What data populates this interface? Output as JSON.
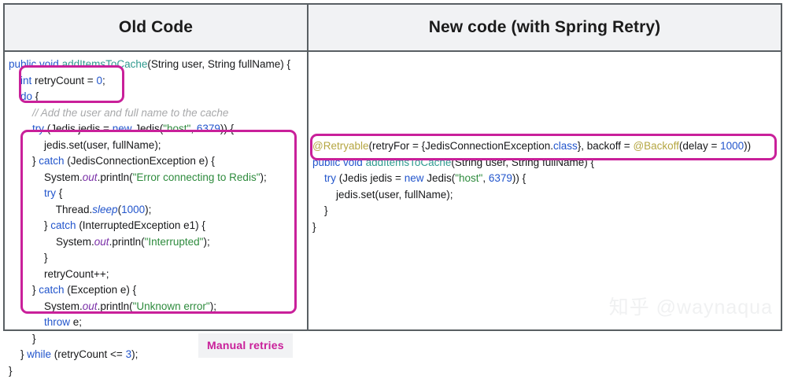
{
  "table": {
    "headers": {
      "left": "Old Code",
      "right": "New code (with Spring Retry)"
    }
  },
  "colors": {
    "highlight": "#c9209a",
    "keyword": "#2255cc",
    "method": "#2f9a8f",
    "string": "#2e8b3d",
    "comment": "#a8a9ab",
    "annotation": "#b5a642",
    "field": "#7a2fa8",
    "border": "#595f63",
    "header_bg": "#f1f2f4"
  },
  "old_code": {
    "lines": [
      "public void addItemsToCache(String user, String fullName) {",
      "    int retryCount = 0;",
      "    do {",
      "        // Add the user and full name to the cache",
      "        try (Jedis jedis = new Jedis(\"host\", 6379)) {",
      "            jedis.set(user, fullName);",
      "        } catch (JedisConnectionException e) {",
      "            System.out.println(\"Error connecting to Redis\");",
      "            try {",
      "                Thread.sleep(1000);",
      "            } catch (InterruptedException e1) {",
      "                System.out.println(\"Interrupted\");",
      "            }",
      "            retryCount++;",
      "        } catch (Exception e) {",
      "            System.out.println(\"Unknown error\");",
      "            throw e;",
      "        }",
      "    } while (retryCount <= 3);",
      "}"
    ]
  },
  "new_code": {
    "lines": [
      "@Retryable(retryFor = {JedisConnectionException.class}, backoff = @Backoff(delay = 1000))",
      "public void addItemsToCache(String user, String fullName) {",
      "    try (Jedis jedis = new Jedis(\"host\", 6379)) {",
      "        jedis.set(user, fullName);",
      "    }",
      "}"
    ]
  },
  "annotations": {
    "manual_retries": "Manual retries"
  },
  "watermark": {
    "text": "知乎 @waynaqua"
  }
}
